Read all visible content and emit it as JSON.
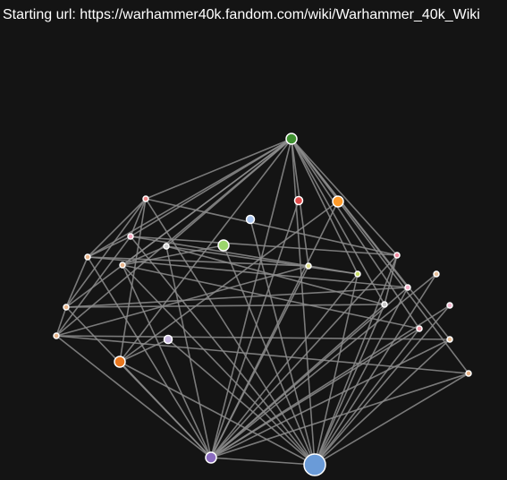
{
  "header": {
    "start_label": "Starting url: https://warhammer40k.fandom.com/wiki/Warhammer_40k_Wiki"
  },
  "graph": {
    "nodes": [
      {
        "id": "root",
        "color": "#6a9bd8",
        "size": "large"
      },
      {
        "id": "hub",
        "color": "#8a6bbf",
        "size": "medium"
      },
      {
        "id": "top",
        "color": "#3f9130",
        "size": "medium"
      },
      {
        "id": "n_orange_big",
        "color": "#ff9b2b",
        "size": "medium"
      },
      {
        "id": "n_red",
        "color": "#e04a4a",
        "size": "small"
      },
      {
        "id": "n_blue",
        "color": "#a9c4ee",
        "size": "small"
      },
      {
        "id": "n_green",
        "color": "#9bd56c",
        "size": "medium"
      },
      {
        "id": "n_orange_left",
        "color": "#e8761e",
        "size": "medium"
      },
      {
        "id": "n_lavender",
        "color": "#c8b8e0",
        "size": "small"
      },
      {
        "id": "n_pink_1",
        "color": "#f08a8a",
        "size": "tiny"
      },
      {
        "id": "n_pink_2",
        "color": "#f4a8c0",
        "size": "tiny"
      },
      {
        "id": "n_grey_1",
        "color": "#d0d0d0",
        "size": "tiny"
      },
      {
        "id": "n_tan_1",
        "color": "#e8b48a",
        "size": "tiny"
      },
      {
        "id": "n_tan_2",
        "color": "#e8b48a",
        "size": "tiny"
      },
      {
        "id": "n_tan_3",
        "color": "#e8b48a",
        "size": "tiny"
      },
      {
        "id": "n_tan_4",
        "color": "#e8b48a",
        "size": "tiny"
      },
      {
        "id": "n_olive_1",
        "color": "#dede8e",
        "size": "tiny"
      },
      {
        "id": "n_olive_2",
        "color": "#c8dc6a",
        "size": "tiny"
      },
      {
        "id": "n_pink_3",
        "color": "#f08aa0",
        "size": "tiny"
      },
      {
        "id": "n_pink_4",
        "color": "#f4b0c8",
        "size": "tiny"
      },
      {
        "id": "n_grey_2",
        "color": "#c8c8c8",
        "size": "tiny"
      },
      {
        "id": "n_pink_5",
        "color": "#f09aa8",
        "size": "tiny"
      },
      {
        "id": "n_pink_6",
        "color": "#f4b8d0",
        "size": "tiny"
      },
      {
        "id": "n_tan_5",
        "color": "#e8c09a",
        "size": "tiny"
      },
      {
        "id": "n_tan_6",
        "color": "#e8c09a",
        "size": "tiny"
      },
      {
        "id": "n_tan_7",
        "color": "#e8b48a",
        "size": "tiny"
      }
    ],
    "edges": [
      [
        "top",
        "n_pink_1"
      ],
      [
        "top",
        "n_pink_2"
      ],
      [
        "top",
        "n_grey_1"
      ],
      [
        "top",
        "n_tan_1"
      ],
      [
        "top",
        "n_tan_2"
      ],
      [
        "top",
        "n_olive_1"
      ],
      [
        "top",
        "n_olive_2"
      ],
      [
        "top",
        "n_pink_3"
      ],
      [
        "top",
        "n_pink_4"
      ],
      [
        "top",
        "n_grey_2"
      ],
      [
        "top",
        "n_pink_5"
      ],
      [
        "top",
        "n_tan_3"
      ],
      [
        "top",
        "n_tan_4"
      ],
      [
        "top",
        "n_tan_7"
      ],
      [
        "top",
        "hub"
      ],
      [
        "top",
        "root"
      ],
      [
        "top",
        "n_orange_left"
      ],
      [
        "top",
        "n_tan_6"
      ],
      [
        "n_red",
        "hub"
      ],
      [
        "n_orange_big",
        "hub"
      ],
      [
        "n_orange_big",
        "n_orange_left"
      ],
      [
        "n_blue",
        "root"
      ],
      [
        "n_green",
        "root"
      ],
      [
        "n_green",
        "n_tan_2"
      ],
      [
        "n_pink_1",
        "n_tan_1"
      ],
      [
        "n_pink_1",
        "n_tan_3"
      ],
      [
        "n_pink_1",
        "n_pink_3"
      ],
      [
        "n_pink_1",
        "root"
      ],
      [
        "n_pink_1",
        "n_pink_2"
      ],
      [
        "n_pink_1",
        "n_orange_left"
      ],
      [
        "n_pink_2",
        "root"
      ],
      [
        "n_pink_2",
        "n_pink_3"
      ],
      [
        "n_pink_2",
        "n_tan_4"
      ],
      [
        "n_pink_2",
        "n_tan_1"
      ],
      [
        "n_grey_1",
        "hub"
      ],
      [
        "n_grey_1",
        "n_grey_2"
      ],
      [
        "n_grey_1",
        "n_tan_2"
      ],
      [
        "n_grey_1",
        "n_olive_2"
      ],
      [
        "n_tan_1",
        "n_olive_1"
      ],
      [
        "n_tan_1",
        "n_pink_4"
      ],
      [
        "n_tan_1",
        "hub"
      ],
      [
        "n_tan_1",
        "n_tan_3"
      ],
      [
        "n_tan_2",
        "root"
      ],
      [
        "n_tan_2",
        "n_pink_5"
      ],
      [
        "n_tan_2",
        "hub"
      ],
      [
        "n_tan_3",
        "hub"
      ],
      [
        "n_tan_3",
        "n_pink_4"
      ],
      [
        "n_tan_3",
        "n_tan_4"
      ],
      [
        "n_tan_4",
        "hub"
      ],
      [
        "n_tan_4",
        "n_tan_6"
      ],
      [
        "n_tan_4",
        "n_tan_7"
      ],
      [
        "n_olive_1",
        "hub"
      ],
      [
        "n_olive_1",
        "n_tan_4"
      ],
      [
        "n_olive_2",
        "hub"
      ],
      [
        "n_olive_2",
        "root"
      ],
      [
        "n_pink_3",
        "hub"
      ],
      [
        "n_pink_3",
        "root"
      ],
      [
        "n_pink_3",
        "n_grey_2"
      ],
      [
        "n_pink_4",
        "hub"
      ],
      [
        "n_pink_4",
        "root"
      ],
      [
        "n_grey_2",
        "hub"
      ],
      [
        "n_grey_2",
        "root"
      ],
      [
        "n_pink_5",
        "hub"
      ],
      [
        "n_pink_5",
        "root"
      ],
      [
        "n_tan_5",
        "hub"
      ],
      [
        "n_tan_5",
        "root"
      ],
      [
        "n_pink_6",
        "hub"
      ],
      [
        "n_pink_6",
        "root"
      ],
      [
        "n_tan_6",
        "hub"
      ],
      [
        "n_tan_6",
        "root"
      ],
      [
        "n_tan_7",
        "hub"
      ],
      [
        "n_tan_7",
        "root"
      ],
      [
        "n_lavender",
        "n_orange_left"
      ],
      [
        "n_lavender",
        "root"
      ],
      [
        "n_orange_left",
        "hub"
      ],
      [
        "n_orange_left",
        "root"
      ],
      [
        "hub",
        "root"
      ],
      [
        "n_tan_3",
        "n_grey_2"
      ],
      [
        "n_pink_2",
        "n_olive_2"
      ]
    ]
  }
}
